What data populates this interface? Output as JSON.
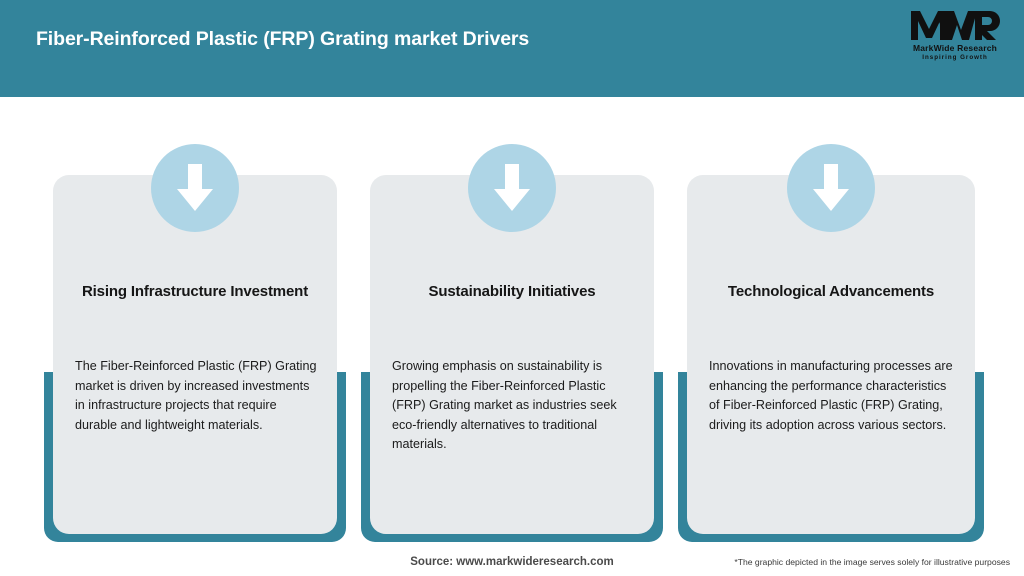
{
  "header": {
    "title": "Fiber-Reinforced Plastic (FRP) Grating market Drivers",
    "background_color": "#33849b",
    "title_color": "#ffffff"
  },
  "logo": {
    "mark": "MWR",
    "company_name": "MarkWide Research",
    "tagline": "Inspiring Growth"
  },
  "cards": [
    {
      "icon": "down-arrow-icon",
      "title": "Rising Infrastructure Investment",
      "body": "The Fiber-Reinforced Plastic (FRP) Grating market is driven by increased investments in infrastructure projects that require durable and lightweight materials."
    },
    {
      "icon": "down-arrow-icon",
      "title": "Sustainability Initiatives",
      "body": "Growing emphasis on sustainability is propelling the Fiber-Reinforced Plastic (FRP) Grating market as industries seek eco-friendly alternatives to traditional materials."
    },
    {
      "icon": "down-arrow-icon",
      "title": "Technological Advancements",
      "body": "Innovations in manufacturing processes are enhancing the performance characteristics of Fiber-Reinforced Plastic (FRP) Grating, driving its adoption across various sectors."
    }
  ],
  "footer": {
    "source": "Source: www.markwideresearch.com",
    "disclaimer": "*The graphic depicted in the image serves solely for illustrative purposes"
  },
  "colors": {
    "accent_teal": "#33849b",
    "card_background": "#e7eaec",
    "badge_blue": "#aed5e6",
    "page_background": "#ffffff"
  }
}
